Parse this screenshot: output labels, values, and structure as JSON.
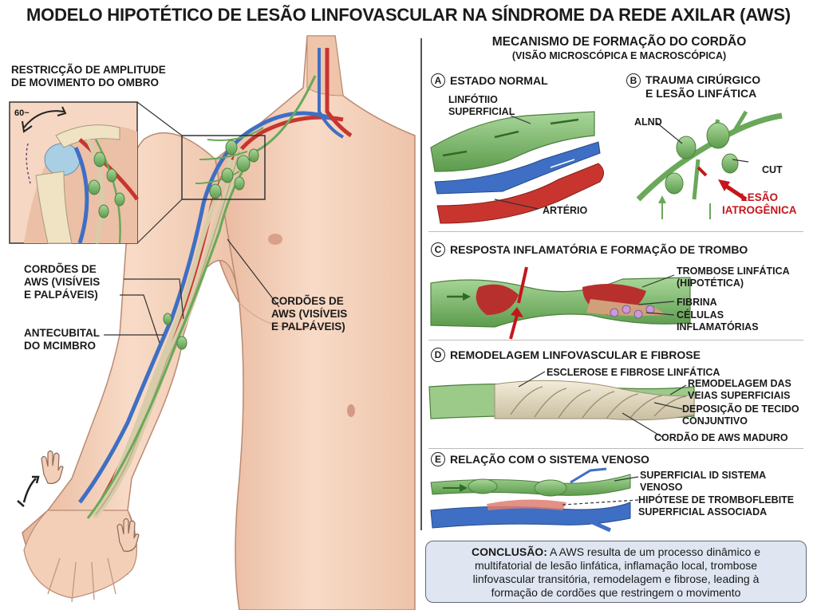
{
  "title": "MODELO HIPOTÉTICO DE LESÃO LINFOVASCULAR NA SÍNDROME DA REDE AXILAR (AWS)",
  "left": {
    "rom_label": [
      "RESTRICÇÃO DE AMPLITUDE",
      "DE MOVIMENTO DO OMBRO"
    ],
    "angle": "60~",
    "cords_left": [
      "CORDÕES DE",
      "AWS (VISÍVEIS",
      "E PALPÁVEIS)"
    ],
    "antecubital": [
      "ANTECUBITAL",
      "DO MCIMBRO"
    ],
    "cords_right": [
      "CORDÕES DE",
      "AWS (VISÍVEIS",
      "E PALPÁVEIS)"
    ]
  },
  "right": {
    "heading": "MECANISMO DE FORMAÇÃO DO CORDÃO",
    "subheading": "(VISÃO MICROSCÓPICA E MACROSCÓPICA)",
    "A": {
      "letter": "A",
      "title": "ESTADO NORMAL",
      "l1": [
        "LINFÓTIIO",
        "SUPERFICIAL"
      ],
      "l2": "ARTÉRIO"
    },
    "B": {
      "letter": "B",
      "title": [
        "TRAUMA CIRÚRGICO",
        "E LESÃO LINFÁTICA"
      ],
      "alnd": "ALND",
      "cut": "CUT",
      "lesion": [
        "LESÃO",
        "IATROGÊNICA"
      ]
    },
    "C": {
      "letter": "C",
      "title": "RESPOSTA INFLAMATÓRIA E FORMAÇÃO DE TROMBO",
      "l1": [
        "TROMBOSE LINFÁTICA",
        "(HIPOTÉTICA)"
      ],
      "l2": "FIBRINA",
      "l3": [
        "CÉLULAS",
        "INFLAMATÓRIAS"
      ]
    },
    "D": {
      "letter": "D",
      "title": "REMODELAGEM LINFOVASCULAR E FIBROSE",
      "l1": "ESCLEROSE E FIBROSE LINFÁTICA",
      "l2": [
        "REMODELAGEM DAS",
        "VEIAS SUPERFICIAIS"
      ],
      "l3": [
        "DEPOSIÇÃO DE TECIDO",
        "CONJUNTIVO"
      ],
      "l4": "CORDÃO DE AWS MADURO"
    },
    "E": {
      "letter": "E",
      "title": "RELAÇÃO COM O SISTEMA VENOSO",
      "l1": [
        "SUPERFICIAL ID SISTEMA",
        "VENOSO"
      ],
      "l2": [
        "HIPÓTESE DE TROMBOFLEBITE",
        "SUPERFICIAL ASSOCIADA"
      ]
    }
  },
  "conclusion": {
    "label": "CONCLUSÃO:",
    "text1": " A AWS resulta de um processo dinâmico e",
    "text2": "multifatorial de lesão linfática, inflamação local, trombose",
    "text3": "linfovascular transitória, remodelagem e fibrose, leading à",
    "text4": "formação de cordões que restringem o movimento"
  },
  "colors": {
    "skin": "#f5d3bd",
    "lymph": "#7bb86a",
    "vein": "#3f6fc4",
    "artery": "#c8352f",
    "thrombus": "#b8302e",
    "panel": "#dfe6f1"
  }
}
